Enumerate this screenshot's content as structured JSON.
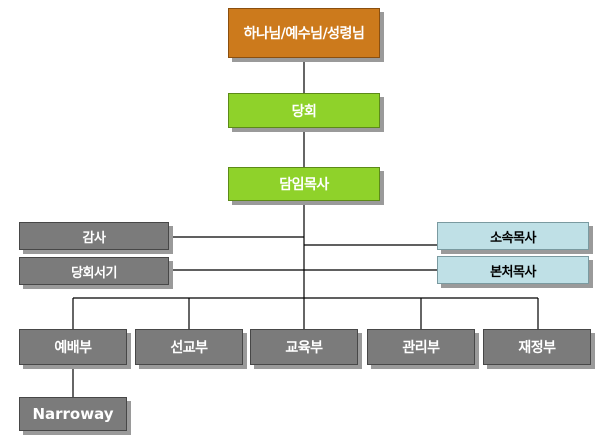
{
  "nodes": {
    "trinity": "하나님/예수님/성령님",
    "council": "당회",
    "senior_pastor": "담임목사",
    "auditor": "감사",
    "council_clerk": "당회서기",
    "associate_pastor": "소속목사",
    "head_office_pastor": "본처목사",
    "worship_dept": "예배부",
    "mission_dept": "선교부",
    "education_dept": "교육부",
    "management_dept": "관리부",
    "finance_dept": "재정부",
    "narroway": "Narroway"
  },
  "colors": {
    "top": "#cc7a1c",
    "primary": "#8fd22a",
    "department": "#7b7b7b",
    "pastor": "#bfe0e6",
    "line": "#000000"
  }
}
